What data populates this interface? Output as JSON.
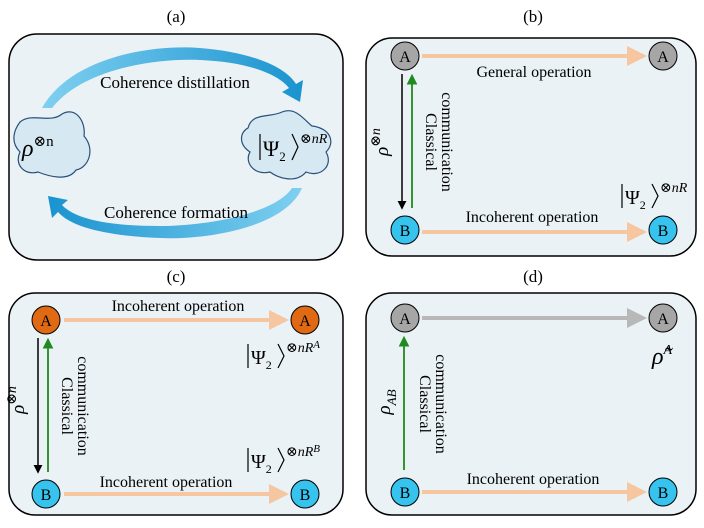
{
  "panels": {
    "a": {
      "label": "(a)",
      "top_arrow_label": "Coherence distillation",
      "bottom_arrow_label": "Coherence formation",
      "left_state": {
        "symbol": "ρ",
        "superscript": "⊗n"
      },
      "right_state": {
        "symbol": "Ψ",
        "subscript": "2",
        "superscript": "⊗nR"
      }
    },
    "b": {
      "label": "(b)",
      "node_top_left": "A",
      "node_top_right": "A",
      "node_bottom_left": "B",
      "node_bottom_right": "B",
      "top_op": "General operation",
      "bottom_op": "Incoherent operation",
      "comm_line1": "Classical",
      "comm_line2": "communication",
      "resource": {
        "symbol": "ρ",
        "superscript": "⊗n"
      },
      "output_state": {
        "symbol": "Ψ",
        "subscript": "2",
        "superscript": "⊗nR"
      }
    },
    "c": {
      "label": "(c)",
      "node_top_left": "A",
      "node_top_right": "A",
      "node_bottom_left": "B",
      "node_bottom_right": "B",
      "top_op": "Incoherent operation",
      "bottom_op": "Incoherent operation",
      "comm_line1": "Classical",
      "comm_line2": "communication",
      "resource": {
        "symbol": "ρ",
        "superscript": "⊗n"
      },
      "output_a": {
        "symbol": "Ψ",
        "subscript": "2",
        "superscript": "⊗nR",
        "superscript2": "A"
      },
      "output_b": {
        "symbol": "Ψ",
        "subscript": "2",
        "superscript": "⊗nR",
        "superscript2": "B"
      }
    },
    "d": {
      "label": "(d)",
      "node_top_left": "A",
      "node_top_right": "A",
      "node_bottom_left": "B",
      "node_bottom_right": "B",
      "bottom_op": "Incoherent operation",
      "comm_line1": "Classical",
      "comm_line2": "communication",
      "resource": {
        "symbol": "ρ",
        "subscript": "AB"
      },
      "output_state": {
        "symbol": "ρ̃",
        "superscript": "A"
      }
    }
  },
  "colors": {
    "panel_fill": "#eaf2f6",
    "blob_fill": "#d6e9f2",
    "blob_stroke": "#2a4f7a",
    "cyan_arrow": "#2ba8dd",
    "gray_node": "#a6a6a6",
    "cyan_node": "#36c3ee",
    "orange_node": "#e06a13",
    "op_arrow": "#f5c6a0",
    "gray_arrow": "#b8b8b8",
    "green_arrow": "#1f8a1f",
    "black_arrow": "#000000"
  }
}
